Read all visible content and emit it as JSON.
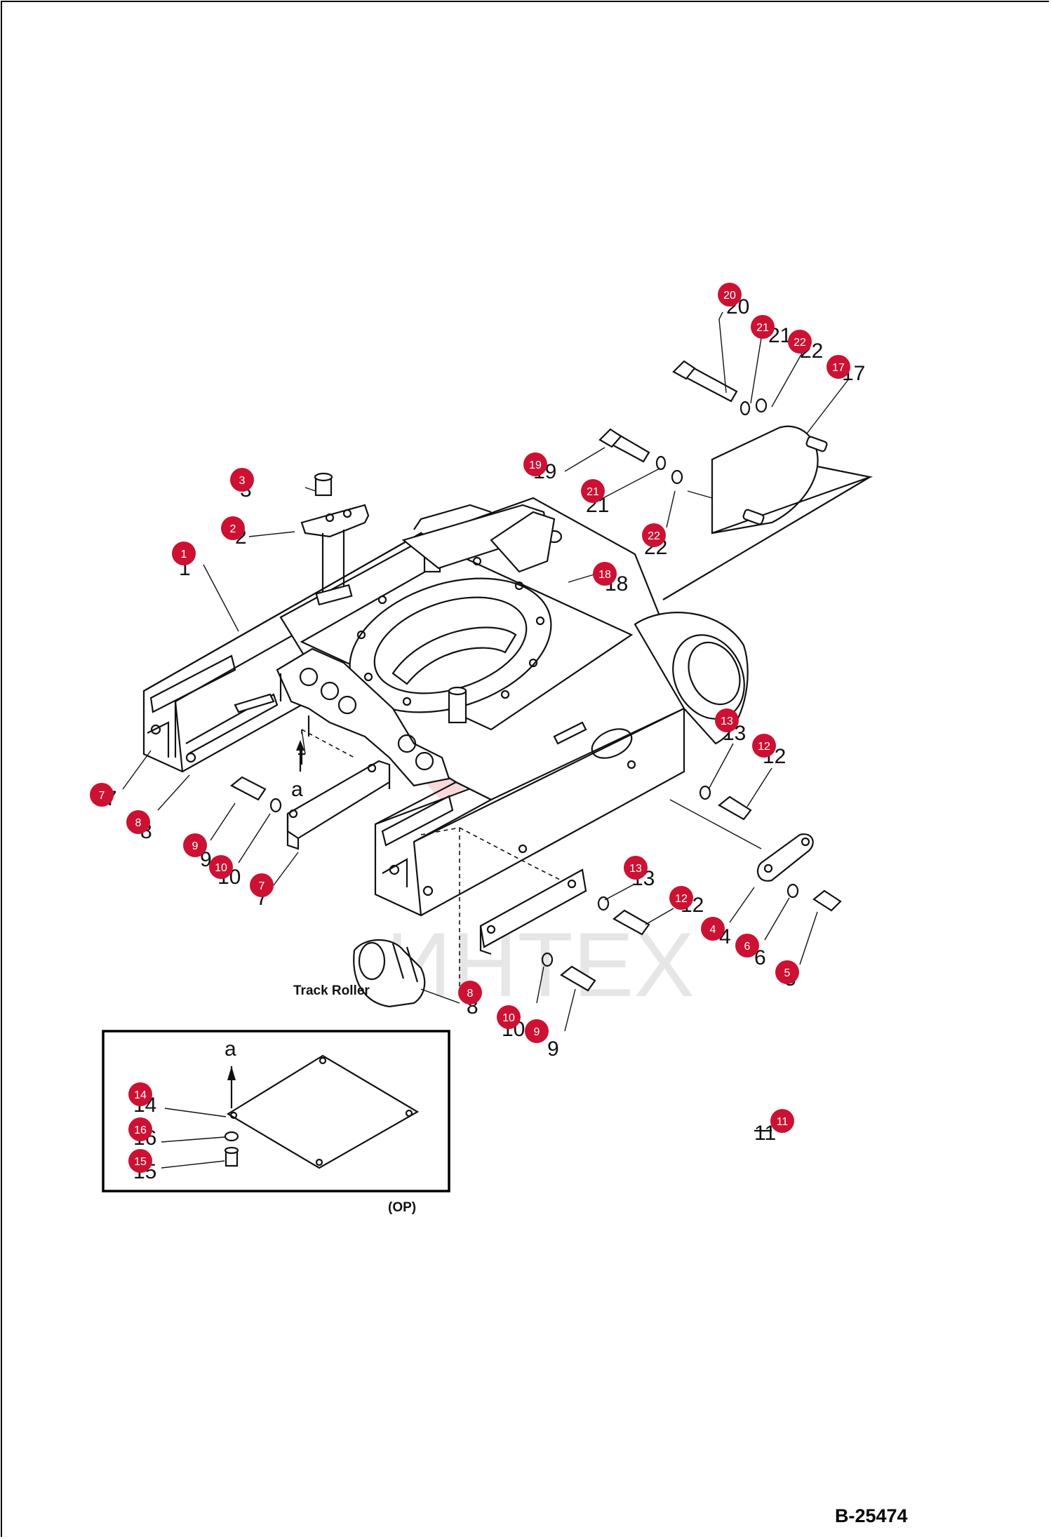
{
  "diagram": {
    "drawing_code": "B-25474",
    "watermark": "ИНТЕХ",
    "track_roller_label": "Track Roller",
    "view_marker": "a",
    "inset_view_marker": "a",
    "inset_option_label": "(OP)",
    "part_labels": [
      "20",
      "21",
      "22",
      "17",
      "19",
      "21",
      "22",
      "3",
      "2",
      "1",
      "18",
      "7",
      "8",
      "9",
      "10",
      "7",
      "13",
      "12",
      "13",
      "12",
      "4",
      "6",
      "5",
      "8",
      "10",
      "9",
      "14",
      "16",
      "15",
      "11"
    ],
    "badge_color": "#cc1133",
    "badges": [
      {
        "number": "20"
      },
      {
        "number": "21"
      },
      {
        "number": "22"
      },
      {
        "number": "17"
      },
      {
        "number": "19"
      },
      {
        "number": "21"
      },
      {
        "number": "22"
      },
      {
        "number": "3"
      },
      {
        "number": "2"
      },
      {
        "number": "1"
      },
      {
        "number": "18"
      },
      {
        "number": "7"
      },
      {
        "number": "8"
      },
      {
        "number": "9"
      },
      {
        "number": "10"
      },
      {
        "number": "7"
      },
      {
        "number": "13"
      },
      {
        "number": "12"
      },
      {
        "number": "13"
      },
      {
        "number": "12"
      },
      {
        "number": "4"
      },
      {
        "number": "6"
      },
      {
        "number": "5"
      },
      {
        "number": "8"
      },
      {
        "number": "10"
      },
      {
        "number": "9"
      },
      {
        "number": "14"
      },
      {
        "number": "16"
      },
      {
        "number": "15"
      },
      {
        "number": "11"
      }
    ]
  }
}
